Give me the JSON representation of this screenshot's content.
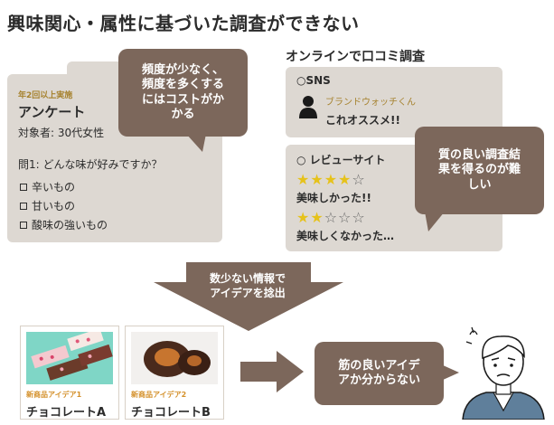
{
  "title": "興味関心・属性に基づいた調査ができない",
  "survey": {
    "badge": "年2回以上実施",
    "heading": "アンケート",
    "target": "対象者: 30代女性",
    "question": "問1: どんな味が好みですか？",
    "options": [
      "辛いもの",
      "甘いもの",
      "酸味の強いもの"
    ]
  },
  "bubble_cost": "頻度が少なく、頻度を多くするにはコストがかかる",
  "bubble_cost_lines": [
    "頻度が少なく、",
    "頻度を多くする",
    "にはコストがか",
    "かる"
  ],
  "online": {
    "title": "オンラインで口コミ調査",
    "sns_label": "○SNS",
    "sns_user": "ブランドウォッチくん",
    "sns_message": "これオススメ!!",
    "review_label": "○ レビューサイト",
    "review1_stars": 4,
    "review1_text": "美味しかった!!",
    "review2_stars": 2,
    "review2_text": "美味しくなかった…",
    "star_max": 5
  },
  "bubble_quality_lines": [
    "質の良い調査結",
    "果を得るのが難",
    "しい"
  ],
  "arrow_text_lines": [
    "数少ない情報で",
    "アイデアを捻出"
  ],
  "products": [
    {
      "tag": "新商品アイデア1",
      "name": "チョコレートA"
    },
    {
      "tag": "新商品アイデア2",
      "name": "チョコレートB"
    }
  ],
  "bubble_idea_lines": [
    "筋の良いアイデ",
    "アか分からない"
  ],
  "colors": {
    "bubble": "#7c675b",
    "card": "#ddd8d2",
    "arrow": "#7c675b",
    "star": "#e6c21a",
    "tag": "#d4902a"
  }
}
